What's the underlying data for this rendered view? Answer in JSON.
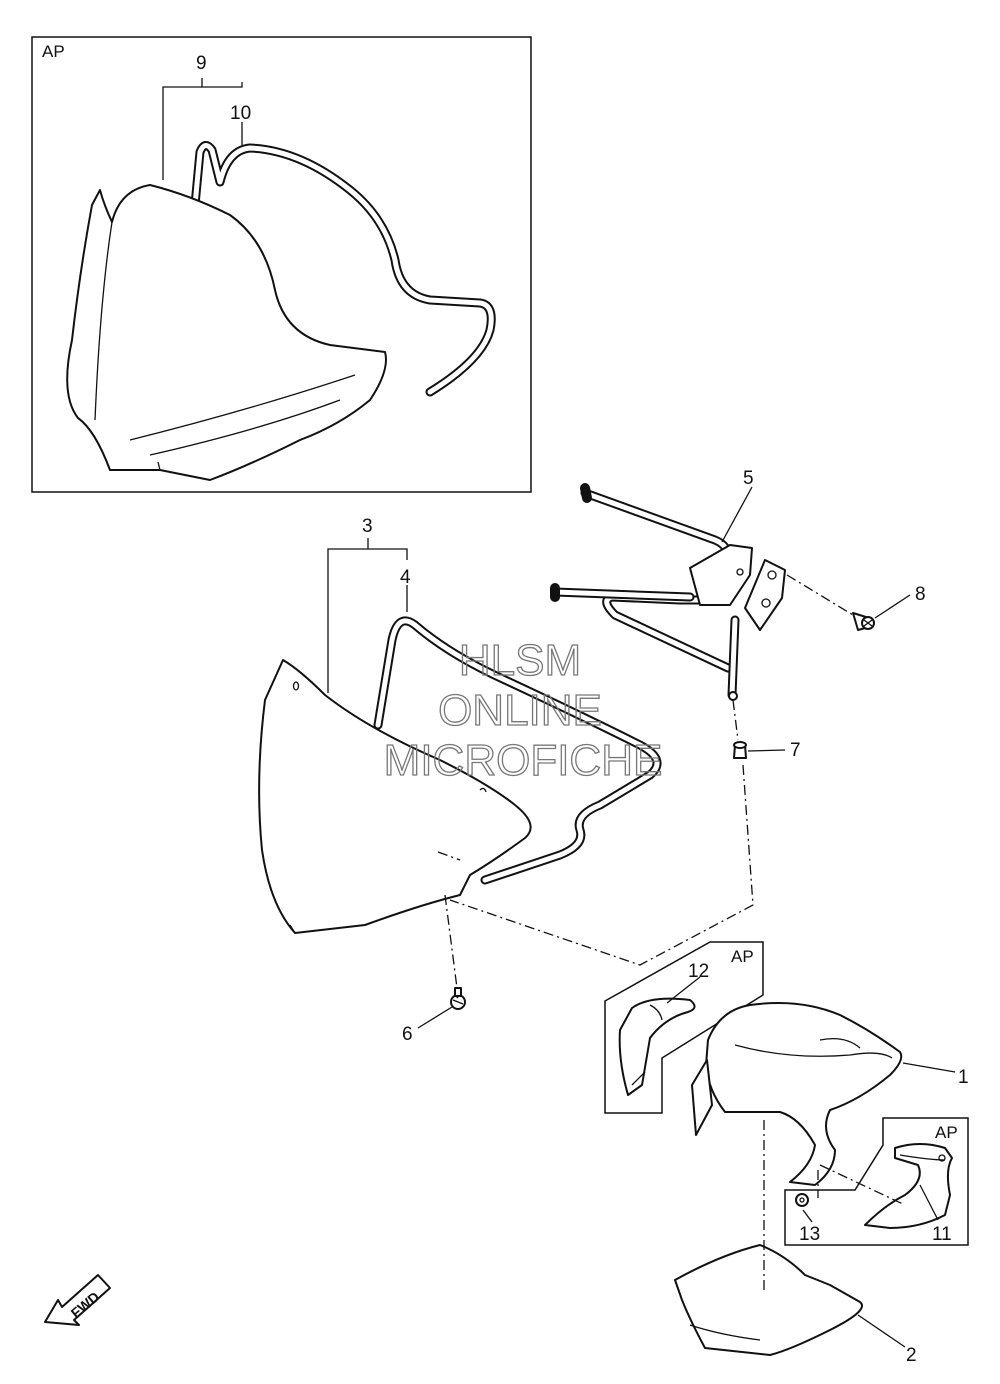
{
  "watermark": {
    "line1": "HLSM",
    "line2": "ONLINE",
    "line3": "MICROFICHE"
  },
  "inset_labels": {
    "top_box": "AP",
    "mid_box": "AP",
    "low_box": "AP"
  },
  "callouts": {
    "p1": "1",
    "p2": "2",
    "p3": "3",
    "p4": "4",
    "p5": "5",
    "p6": "6",
    "p7": "7",
    "p8": "8",
    "p9": "9",
    "p10": "10",
    "p11": "11",
    "p12": "12",
    "p13": "13"
  },
  "direction_arrow": {
    "text": "FWD",
    "icon": "fwd-arrow-icon"
  }
}
